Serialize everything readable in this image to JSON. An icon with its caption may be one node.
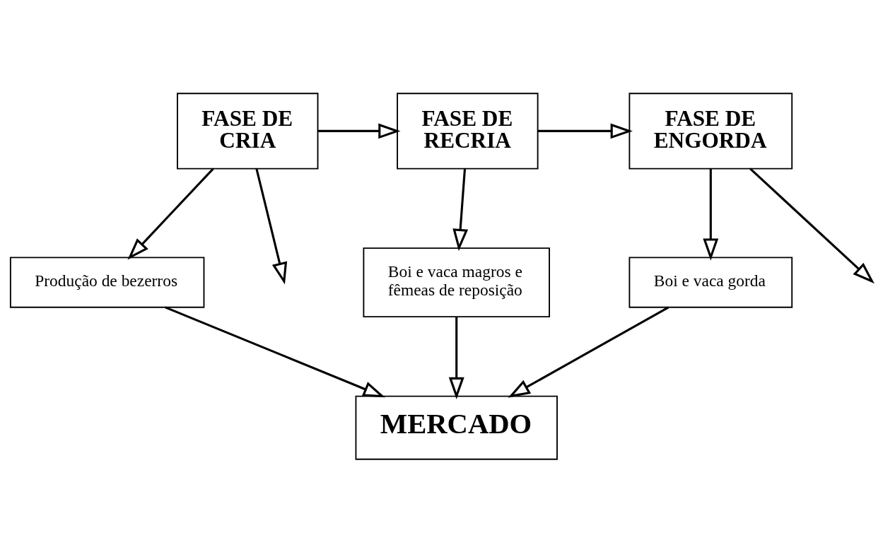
{
  "diagram": {
    "nodes": [
      {
        "text": [
          "FASE DE CRIA"
        ]
      },
      {
        "text": [
          "FASE DE RECRIA"
        ]
      },
      {
        "text": [
          "FASE DE ENGORDA"
        ]
      },
      {
        "text": [
          "Produção de bezerros"
        ]
      },
      {
        "text": [
          "Boi e vaca magros e fêmeas de reposição"
        ]
      },
      {
        "text": [
          "Boi e vaca gorda"
        ]
      },
      {
        "text": [
          "MERCADO"
        ]
      }
    ],
    "edges": [
      {
        "from": 0,
        "to": 1,
        "arrow": "to"
      },
      {
        "from": 1,
        "to": 2,
        "arrow": "to"
      },
      {
        "from": 0,
        "to": null,
        "arrow": "to"
      },
      {
        "from": 2,
        "to": null,
        "arrow": "to"
      },
      {
        "from": 0,
        "to": 3,
        "arrow": "to"
      },
      {
        "from": 1,
        "to": 4,
        "arrow": "to"
      },
      {
        "from": 2,
        "to": 5,
        "arrow": "to"
      },
      {
        "from": 3,
        "to": 6,
        "arrow": "to"
      },
      {
        "from": 4,
        "to": 6,
        "arrow": "to"
      },
      {
        "from": 5,
        "to": 6,
        "arrow": "to"
      }
    ]
  }
}
